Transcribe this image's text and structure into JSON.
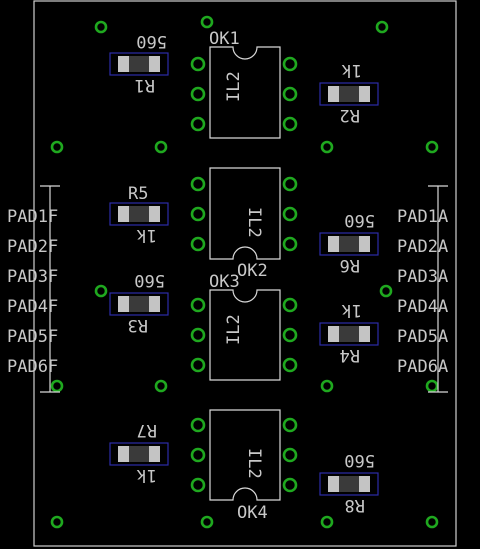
{
  "labels": {
    "ok1": "OK1",
    "ok2": "OK2",
    "ok3": "OK3",
    "ok4": "OK4",
    "il2": "IL2",
    "r1_val": "560",
    "r1_name": "R1",
    "r2_val": "1k",
    "r2_name": "R2",
    "r5_name": "R5",
    "r5_val": "1k",
    "r6_val": "560",
    "r6_name": "R6",
    "r3_val": "560",
    "r3_name": "R3",
    "r4_val": "1k",
    "r4_name": "R4",
    "r7_name": "R7",
    "r7_val": "1k",
    "r8_val": "560",
    "r8_name": "R8"
  },
  "pads_left": [
    "PAD1F",
    "PAD2F",
    "PAD3F",
    "PAD4F",
    "PAD5F",
    "PAD6F"
  ],
  "pads_right": [
    "PAD1A",
    "PAD2A",
    "PAD3A",
    "PAD4A",
    "PAD5A",
    "PAD6A"
  ],
  "colors": {
    "background": "#000000",
    "silkscreen": "#d8d8d8",
    "pad": "#1fa81f",
    "component_outline": "#2c2ca8"
  }
}
